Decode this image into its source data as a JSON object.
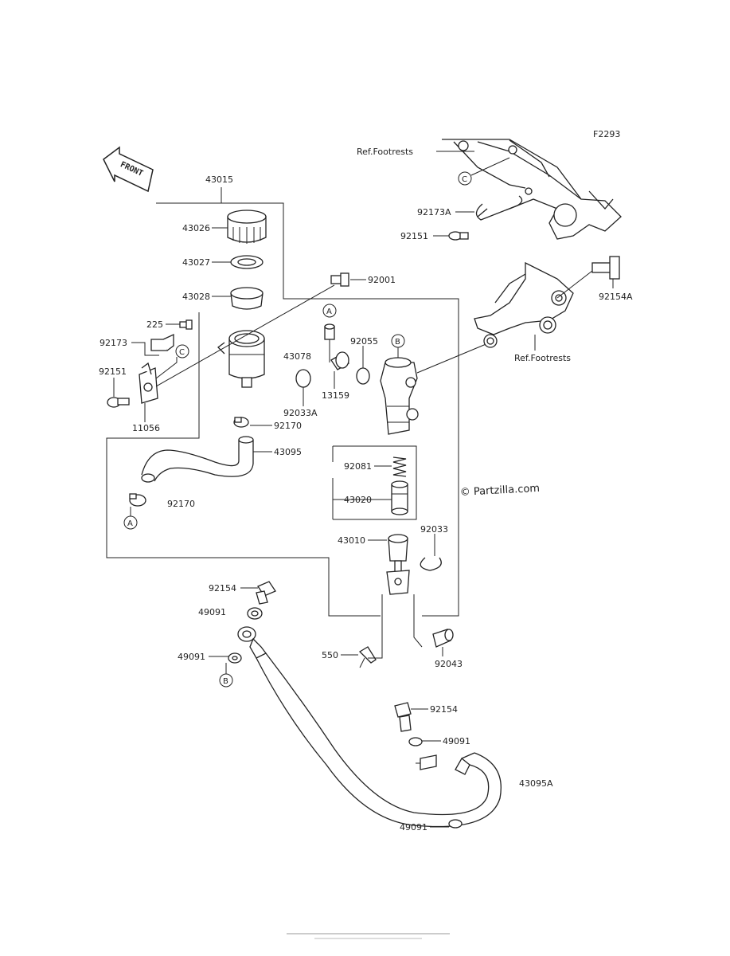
{
  "figure_code": "F2293",
  "front_label": "FRONT",
  "watermark": "© Partzilla.com",
  "callouts": {
    "c43015": "43015",
    "c43026": "43026",
    "c43027": "43027",
    "c43028": "43028",
    "c225": "225",
    "c92173": "92173",
    "c92151": "92151",
    "c11056": "11056",
    "c92001": "92001",
    "c43078": "43078",
    "c92055": "92055",
    "c13159": "13159",
    "c92033A": "92033A",
    "c92170a": "92170",
    "c43095": "43095",
    "c92170b": "92170",
    "c92081": "92081",
    "c43020": "43020",
    "c43010": "43010",
    "c92033": "92033",
    "c92154a": "92154",
    "c49091a": "49091",
    "c49091b": "49091",
    "c550": "550",
    "c92043": "92043",
    "c92154b": "92154",
    "c49091c": "49091",
    "c43095A": "43095A",
    "c49091d": "49091",
    "c92173A": "92173A",
    "c92151b": "92151",
    "c92154A": "92154A",
    "ref1": "Ref.Footrests",
    "ref2": "Ref.Footrests"
  },
  "markers": {
    "A1": "A",
    "A2": "A",
    "B1": "B",
    "B2": "B",
    "C1": "C",
    "C2": "C"
  }
}
